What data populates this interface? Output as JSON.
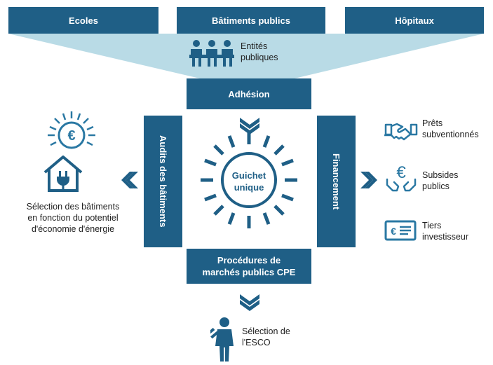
{
  "headers": {
    "schools": "Ecoles",
    "public_buildings": "Bâtiments publics",
    "hospitals": "Hôpitaux"
  },
  "public_entities": [
    "Entités",
    "publiques"
  ],
  "adhesion": "Adhésion",
  "audits": "Audits des bâtiments",
  "financing": "Financement",
  "one_stop_shop": [
    "Guichet",
    "unique"
  ],
  "procurement": [
    "Procédures de",
    "marchés publics CPE"
  ],
  "building_selection": [
    "Sélection des bâtiments",
    "en fonction du potentiel",
    "d'économie d'énergie"
  ],
  "financing_options": [
    {
      "icon": "handshake-icon",
      "lines": [
        "Prêts",
        "subventionnés"
      ]
    },
    {
      "icon": "euro-hands-icon",
      "lines": [
        "Subsides",
        "publics"
      ]
    },
    {
      "icon": "euro-card-icon",
      "lines": [
        "Tiers",
        "investisseur"
      ]
    }
  ],
  "esco_selection": [
    "Sélection de",
    "l'ESCO"
  ],
  "colors": {
    "primary": "#1f5f86",
    "light": "#b9dbe6",
    "icon": "#2a78a3"
  }
}
